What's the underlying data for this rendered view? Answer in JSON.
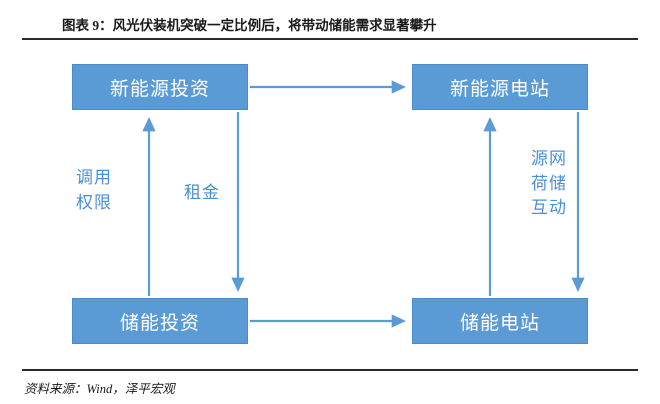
{
  "header": {
    "title": "图表 9：风光伏装机突破一定比例后，将带动储能需求显著攀升"
  },
  "footer": {
    "source": "资料来源：Wind，泽平宏观"
  },
  "diagram": {
    "type": "flow",
    "accent_color": "#5b9bd5",
    "label_color": "#4a90d9",
    "nodes": [
      {
        "id": "ne-invest",
        "label": "新能源投资"
      },
      {
        "id": "ne-plant",
        "label": "新能源电站"
      },
      {
        "id": "es-invest",
        "label": "储能投资"
      },
      {
        "id": "es-plant",
        "label": "储能电站"
      }
    ],
    "edges": [
      {
        "from": "ne-invest",
        "to": "ne-plant",
        "label": ""
      },
      {
        "from": "es-invest",
        "to": "es-plant",
        "label": ""
      },
      {
        "from": "es-invest",
        "to": "ne-invest",
        "label": "调用\n权限"
      },
      {
        "from": "ne-invest",
        "to": "es-invest",
        "label": "租金"
      },
      {
        "from": "es-plant",
        "to": "ne-plant",
        "label": "源网\n荷储\n互动"
      },
      {
        "from": "ne-plant",
        "to": "es-plant",
        "label": ""
      }
    ],
    "edge_labels": {
      "dispatch": "调用\n权限",
      "rent": "租金",
      "interact": "源网\n荷储\n互动"
    }
  }
}
